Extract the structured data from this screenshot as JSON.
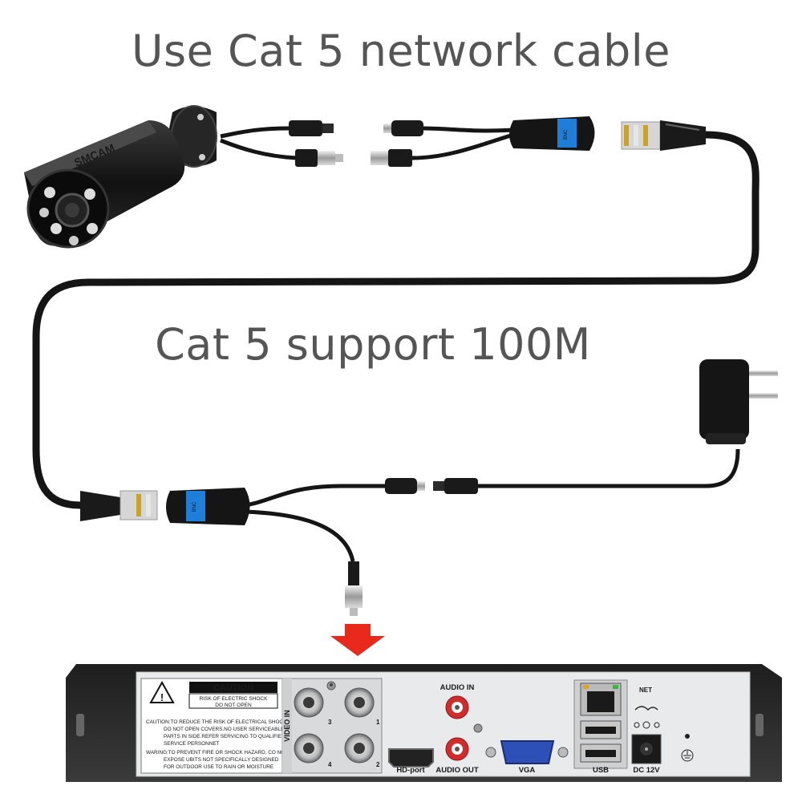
{
  "title": "Use Cat 5 network cable",
  "subtitle": "Cat 5 support 100M",
  "camera": {
    "brand": "SMCAM"
  },
  "balun": {
    "module_text": "BNC"
  },
  "dvr": {
    "caution": {
      "heading": "CAUTION",
      "box_line1": "RISK OF ELECTRIC SHOCK",
      "box_line2": "DO NOT OPEN",
      "text_lines": [
        "CAUTION:TO REDUCE THE RISK OF ELECTRICAL SHOCK.",
        "DO NOT OPEN COVERS.NO USER SERVICEABLE",
        "PARTS IN SIDE.REFER SERVICING TO QUALIFIED",
        "SERVICE PERSONNET",
        "WARING:TO PREVENT FIRE OR SHOCK HAZARD, CO NOT",
        "EXPOSE UBITS NOT SPECIFICALLY DESIGNED",
        "FOR OUTDOOR USE TO RAIN OR MOISTURE"
      ]
    },
    "video_in_label": "VIDEO IN",
    "channels": [
      "3",
      "1",
      "4",
      "2"
    ],
    "ports": {
      "audio_in": "AUDIO IN",
      "audio_out": "AUDIO OUT",
      "hd_port": "HD-port",
      "vga": "VGA",
      "usb": "USB",
      "net": "NET",
      "dc": "DC 12V"
    }
  },
  "colors": {
    "arrow": "#e8291c",
    "cable": "#151515",
    "dvr_panel": "#e9eaec",
    "text": "#555555"
  }
}
